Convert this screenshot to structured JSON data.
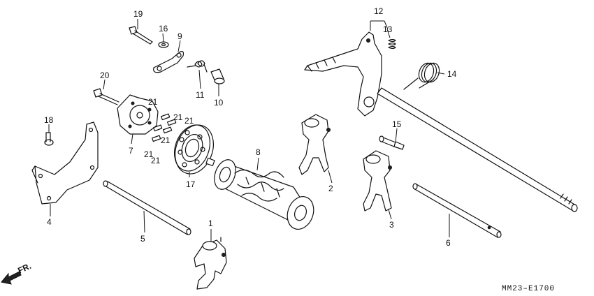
{
  "diagram": {
    "code": "MM23–E1700",
    "direction_label": "FR.",
    "callouts": {
      "c1": "1",
      "c2": "2",
      "c3": "3",
      "c4": "4",
      "c5": "5",
      "c6": "6",
      "c7": "7",
      "c8": "8",
      "c9": "9",
      "c10": "10",
      "c11": "11",
      "c12": "12",
      "c13": "13",
      "c14": "14",
      "c15": "15",
      "c16": "16",
      "c17": "17",
      "c18": "18",
      "c19": "19",
      "c20": "20",
      "c21a": "21",
      "c21b": "21",
      "c21c": "21",
      "c21d": "21",
      "c21e": "21",
      "c21f": "21"
    }
  }
}
